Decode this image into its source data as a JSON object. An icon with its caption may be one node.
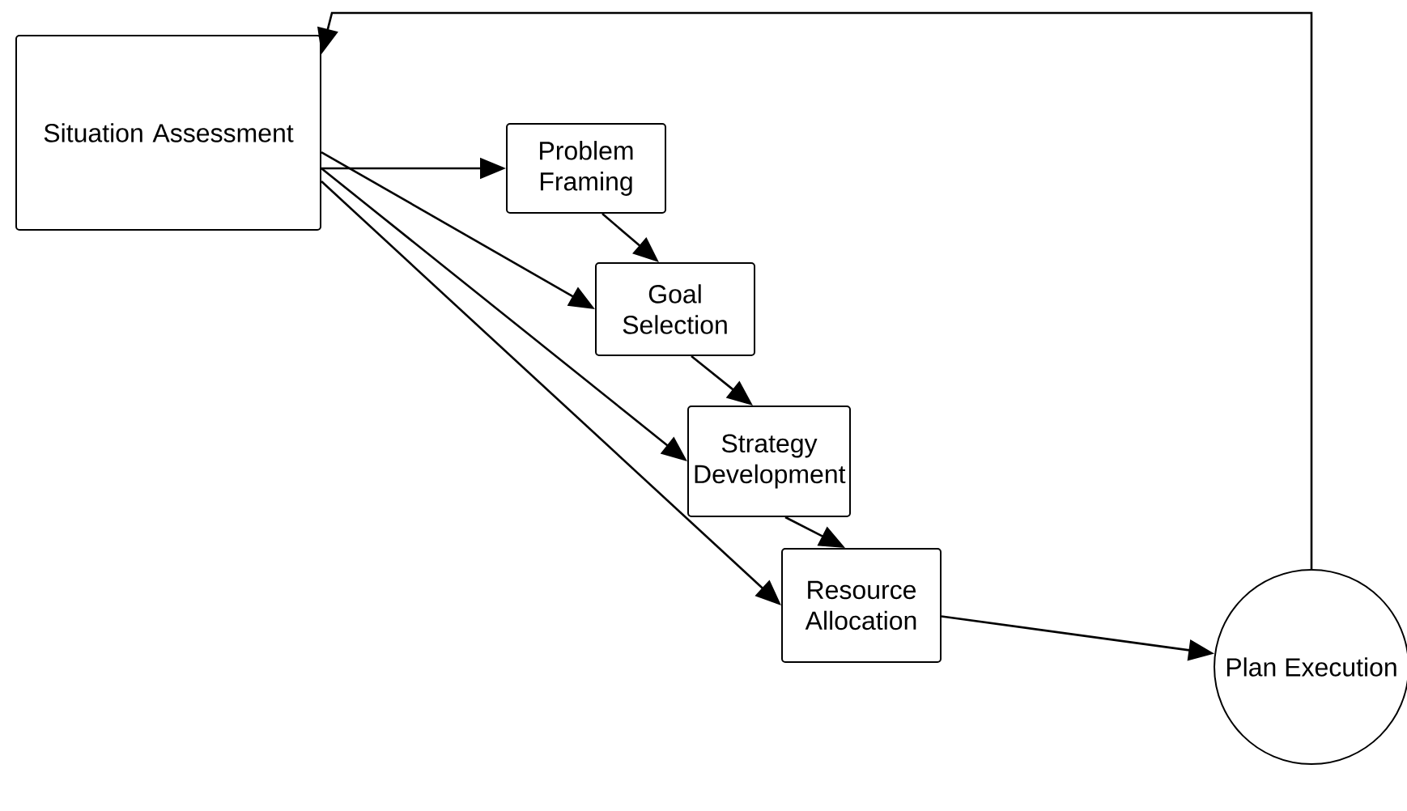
{
  "diagram": {
    "nodes": [
      {
        "text": [
          "Situation Assessment"
        ]
      },
      {
        "text": [
          "Problem Framing"
        ]
      },
      {
        "text": [
          "Goal Selection"
        ]
      },
      {
        "text": [
          "Strategy Development"
        ]
      },
      {
        "text": [
          "Resource Allocation"
        ]
      },
      {
        "text": [
          "Plan Execution"
        ]
      }
    ],
    "edges": [
      {
        "from": 0,
        "to": 1,
        "arrow": "to"
      },
      {
        "from": 0,
        "to": 2,
        "arrow": "to"
      },
      {
        "from": 0,
        "to": 3,
        "arrow": "to"
      },
      {
        "from": 0,
        "to": 4,
        "arrow": "to"
      },
      {
        "from": 1,
        "to": 2,
        "arrow": "to"
      },
      {
        "from": 2,
        "to": 3,
        "arrow": "to"
      },
      {
        "from": 3,
        "to": 4,
        "arrow": "to"
      },
      {
        "from": 4,
        "to": 5,
        "arrow": "to"
      },
      {
        "from": 5,
        "to": 0,
        "arrow": "to"
      }
    ]
  }
}
